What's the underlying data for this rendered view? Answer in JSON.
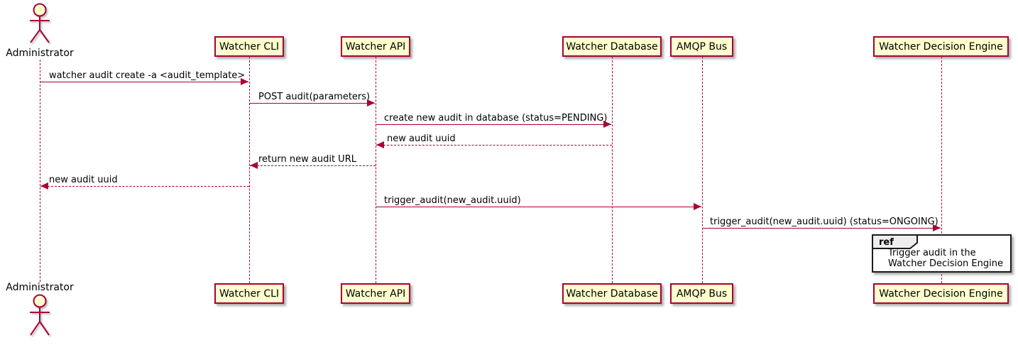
{
  "diagram_type": "uml-sequence",
  "colors": {
    "participant_fill": "#FEFECE",
    "participant_border": "#A80036",
    "arrow": "#A80036",
    "lifeline": "#A80036",
    "ref_border": "#1b1b1b",
    "ref_tab_fill": "#EEEEEE",
    "text": "#000000"
  },
  "actor": {
    "name": "Administrator"
  },
  "participants": [
    {
      "name": "Watcher CLI"
    },
    {
      "name": "Watcher API"
    },
    {
      "name": "Watcher Database"
    },
    {
      "name": "AMQP Bus"
    },
    {
      "name": "Watcher Decision Engine"
    }
  ],
  "messages": [
    {
      "from": "Administrator",
      "to": "Watcher CLI",
      "style": "solid",
      "text": "watcher audit create -a <audit_template>"
    },
    {
      "from": "Watcher CLI",
      "to": "Watcher API",
      "style": "solid",
      "text": "POST audit(parameters)"
    },
    {
      "from": "Watcher API",
      "to": "Watcher Database",
      "style": "solid",
      "text": "create new audit in database (status=PENDING)"
    },
    {
      "from": "Watcher Database",
      "to": "Watcher API",
      "style": "dashed",
      "text": "new audit uuid"
    },
    {
      "from": "Watcher API",
      "to": "Watcher CLI",
      "style": "dashed",
      "text": "return new audit URL"
    },
    {
      "from": "Watcher CLI",
      "to": "Administrator",
      "style": "dashed",
      "text": "new audit uuid"
    },
    {
      "from": "Watcher API",
      "to": "AMQP Bus",
      "style": "solid",
      "text": "trigger_audit(new_audit.uuid)"
    },
    {
      "from": "AMQP Bus",
      "to": "Watcher Decision Engine",
      "style": "solid",
      "text": "trigger_audit(new_audit.uuid) (status=ONGOING)"
    }
  ],
  "ref": {
    "keyword": "ref",
    "line1": "Trigger audit in the",
    "line2": "Watcher Decision Engine"
  }
}
